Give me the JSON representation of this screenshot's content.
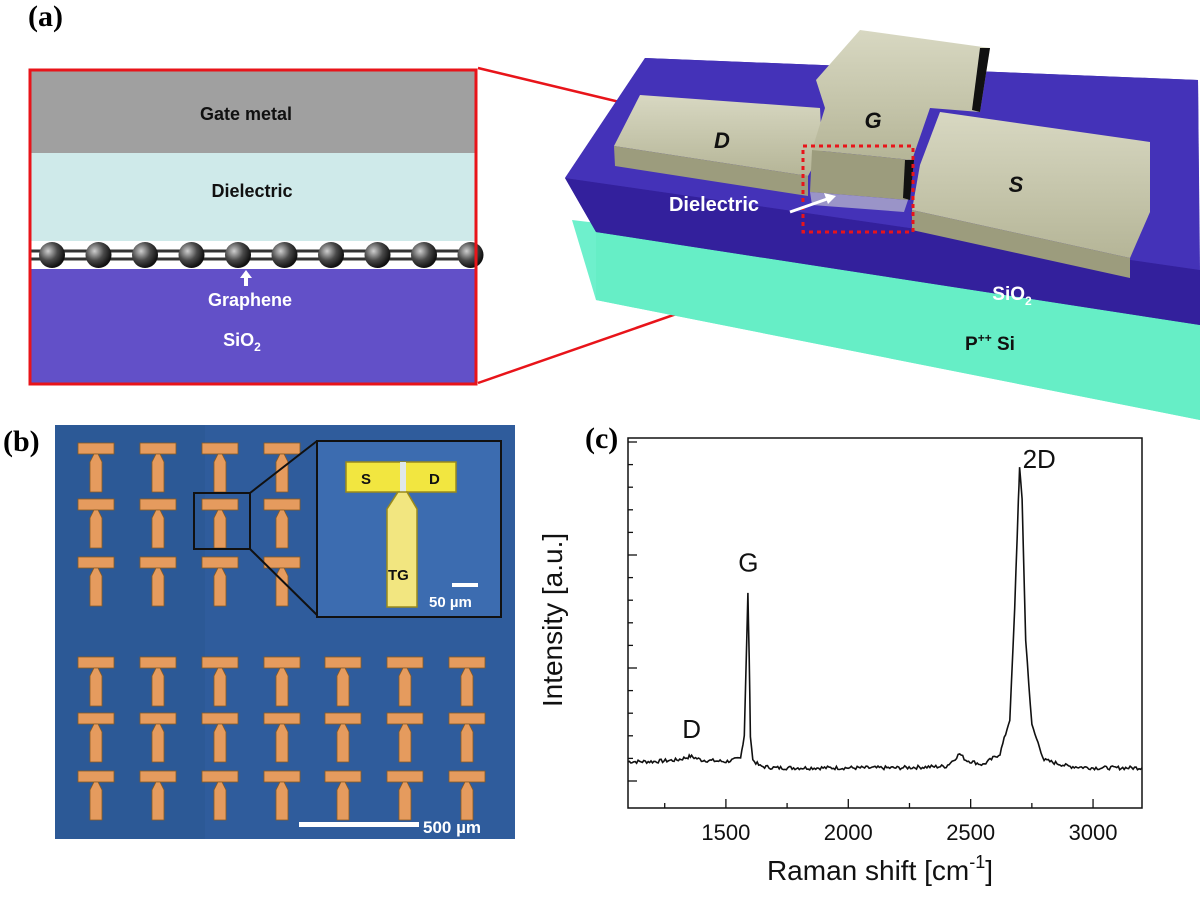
{
  "panel_a": {
    "letter": "(a)",
    "cross_section": {
      "gate_metal": "Gate metal",
      "dielectric": "Dielectric",
      "graphene": "Graphene",
      "substrate": "SiO",
      "substrate_sub": "2"
    },
    "device_3d": {
      "drain": "D",
      "gate": "G",
      "source": "S",
      "dielectric": "Dielectric",
      "oxide": "SiO",
      "oxide_sub": "2",
      "silicon_pre": "P",
      "silicon_sup": "++",
      "silicon_post": " Si"
    }
  },
  "panel_b": {
    "letter": "(b)",
    "inset_labels": {
      "source": "S",
      "drain": "D",
      "top_gate": "TG"
    },
    "inset_scale_bar": "50 µm",
    "scale_bar": "500 µm",
    "colors": {
      "background": "#2f5c9c",
      "pad": "#e59b5e",
      "inset_pad": "#f2e640"
    }
  },
  "panel_c": {
    "letter": "(c)"
  },
  "chart_data": {
    "type": "line",
    "xlabel": "Raman shift [cm",
    "xlabel_sup": "-1",
    "xlabel_end": "]",
    "ylabel": "Intensity [a.u.]",
    "xlim": [
      1100,
      3200
    ],
    "ylim": [
      0,
      1
    ],
    "xticks": [
      1500,
      2000,
      2500,
      3000
    ],
    "series": [
      {
        "x": [
          1100,
          1200,
          1300,
          1340,
          1355,
          1370,
          1400,
          1500,
          1560,
          1575,
          1585,
          1590,
          1595,
          1600,
          1610,
          1640,
          1700,
          1800,
          2000,
          2200,
          2400,
          2430,
          2455,
          2480,
          2550,
          2620,
          2660,
          2680,
          2695,
          2700,
          2710,
          2725,
          2750,
          2800,
          2900,
          3000,
          3200
        ],
        "values": [
          0.065,
          0.065,
          0.07,
          0.078,
          0.082,
          0.078,
          0.07,
          0.065,
          0.075,
          0.15,
          0.45,
          0.6,
          0.4,
          0.15,
          0.07,
          0.05,
          0.045,
          0.045,
          0.045,
          0.045,
          0.05,
          0.07,
          0.09,
          0.07,
          0.055,
          0.09,
          0.2,
          0.55,
          0.9,
          1.0,
          0.9,
          0.45,
          0.18,
          0.07,
          0.05,
          0.045,
          0.045
        ]
      }
    ],
    "annotations": [
      {
        "text": "D",
        "x": 1360,
        "y": 0.14
      },
      {
        "text": "G",
        "x": 1592,
        "y": 0.67
      },
      {
        "text": "2D",
        "x": 2780,
        "y": 1.0
      }
    ]
  }
}
